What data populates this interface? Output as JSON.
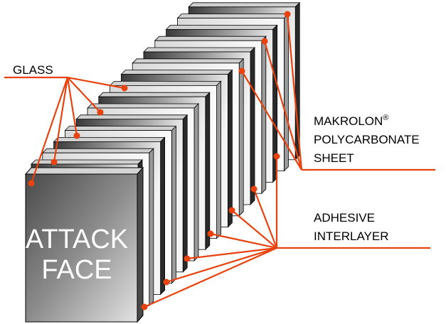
{
  "diagram": {
    "labels": {
      "glass": "GLASS",
      "makrolon_line1": "MAKROLON",
      "makrolon_reg": "®",
      "makrolon_line2": "POLYCARBONATE",
      "makrolon_line3": "SHEET",
      "adhesive_line1": "ADHESIVE",
      "adhesive_line2": "INTERLAYER",
      "attack_line1": "ATTACK",
      "attack_line2": "FACE"
    },
    "layers": [
      {
        "material": "glass"
      },
      {
        "material": "adhesive"
      },
      {
        "material": "glass"
      },
      {
        "material": "adhesive"
      },
      {
        "material": "glass"
      },
      {
        "material": "adhesive"
      },
      {
        "material": "glass"
      },
      {
        "material": "adhesive"
      },
      {
        "material": "glass"
      },
      {
        "material": "adhesive"
      },
      {
        "material": "polycarbonate"
      },
      {
        "material": "adhesive"
      },
      {
        "material": "polycarbonate"
      },
      {
        "material": "adhesive"
      },
      {
        "material": "polycarbonate"
      }
    ],
    "colors": {
      "leader_line": "#e8420f",
      "marker": "#e8420f",
      "background": "#ffffff"
    }
  }
}
